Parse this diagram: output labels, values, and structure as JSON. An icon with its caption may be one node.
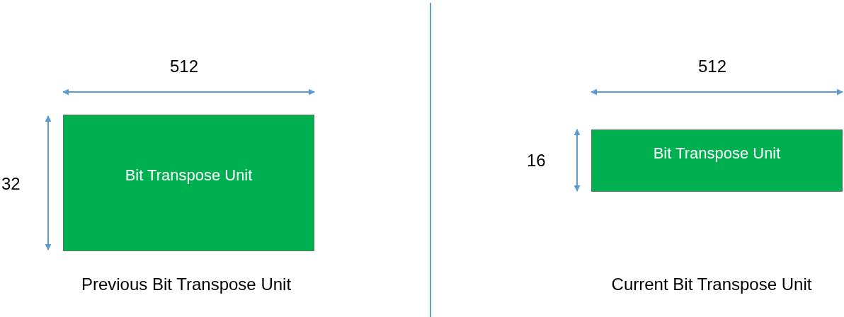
{
  "diagram": {
    "nodes": [
      {
        "text": [
          "Bit Transpose Unit"
        ]
      },
      {
        "text": [
          "Bit Transpose Unit"
        ]
      }
    ],
    "labels": [
      "512",
      "32",
      "Previous Bit Transpose Unit",
      "512",
      "16",
      "Current Bit Transpose Unit"
    ]
  }
}
